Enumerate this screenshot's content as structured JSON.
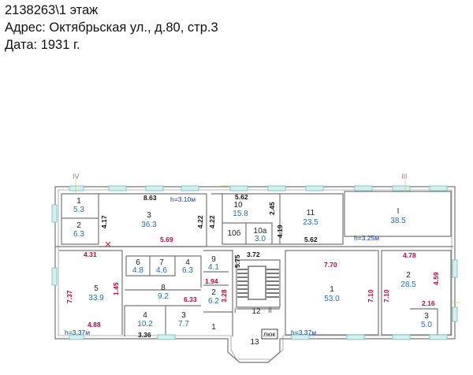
{
  "header": {
    "line1": "2138263\\1 этаж",
    "line2": "Адрес: Октябрьская ул., д.80, стр.3",
    "line3": "Дата: 1931 г."
  },
  "colors": {
    "walls": "#777777",
    "room_number": "#222222",
    "area": "#1e6fb8",
    "dim_black": "#111111",
    "dim_red": "#b01040",
    "height": "#0a3fa0",
    "windows": "#7fc8c8",
    "section_marks": "#888888"
  },
  "section_marks": {
    "left": "IV",
    "right": "III",
    "center_left": "I",
    "center_right": "II"
  },
  "rooms": [
    {
      "number": "1",
      "area": "5.3"
    },
    {
      "number": "2",
      "area": "6.3"
    },
    {
      "number": "3",
      "area": "36.3"
    },
    {
      "number": "10",
      "area": "15.8"
    },
    {
      "number": "11",
      "area": "23.5"
    },
    {
      "number": "I",
      "area": "38.5"
    },
    {
      "number": "10б",
      "area": ""
    },
    {
      "number": "10а",
      "area": "3.0"
    },
    {
      "number": "6",
      "area": "4.8"
    },
    {
      "number": "7",
      "area": "4.6"
    },
    {
      "number": "4",
      "area": "6.3"
    },
    {
      "number": "9",
      "area": "4.1"
    },
    {
      "number": "5",
      "area": "33.9"
    },
    {
      "number": "8",
      "area": "9.2"
    },
    {
      "number": "2",
      "area": "6.2"
    },
    {
      "number": "4",
      "area": "10.2"
    },
    {
      "number": "3",
      "area": "7.7"
    },
    {
      "number": "1",
      "area": ""
    },
    {
      "number": "12",
      "area": ""
    },
    {
      "number": "13",
      "area": ""
    },
    {
      "number": "1",
      "area": "53.0"
    },
    {
      "number": "2",
      "area": "28.5"
    },
    {
      "number": "3",
      "area": "5.0"
    }
  ],
  "dimensions": [
    {
      "text": "8.63"
    },
    {
      "text": "4.17"
    },
    {
      "text": "4.22"
    },
    {
      "text": "5.62"
    },
    {
      "text": "4.22"
    },
    {
      "text": "2.45"
    },
    {
      "text": "4.19"
    },
    {
      "text": "5.62"
    },
    {
      "text": "3.72"
    },
    {
      "text": "5.75"
    },
    {
      "text": "3.36"
    }
  ],
  "red_dimensions": [
    {
      "text": "5.69"
    },
    {
      "text": "4.31"
    },
    {
      "text": "7.37"
    },
    {
      "text": "1.45"
    },
    {
      "text": "1.94"
    },
    {
      "text": "6.33"
    },
    {
      "text": "3.28"
    },
    {
      "text": "4.88"
    },
    {
      "text": "7.70"
    },
    {
      "text": "7.10"
    },
    {
      "text": "7.10"
    },
    {
      "text": "4.78"
    },
    {
      "text": "4.59"
    },
    {
      "text": "2.16"
    }
  ],
  "heights": [
    {
      "text": "h=3.10м"
    },
    {
      "text": "h=3.25м"
    },
    {
      "text": "h=3.37м"
    },
    {
      "text": "h=3.37м"
    }
  ],
  "labels": {
    "hatch": "люк"
  }
}
